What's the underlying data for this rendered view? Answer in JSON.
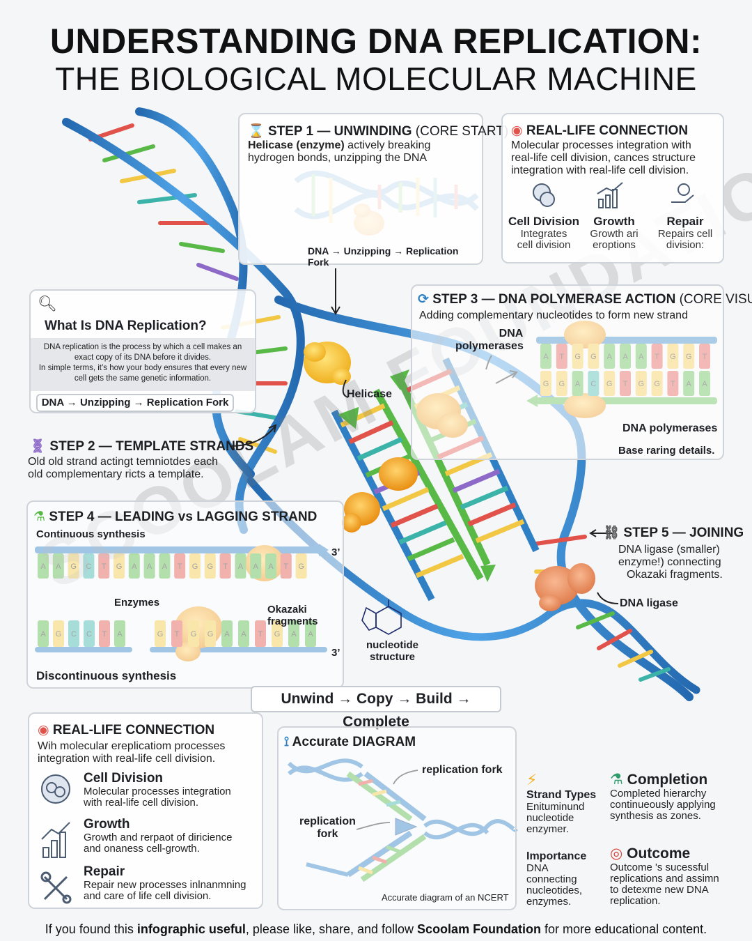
{
  "header": {
    "title_line1": "UNDERSTANDING DNA REPLICATION:",
    "title_line2": "THE BIOLOGICAL MOLECULAR MACHINE"
  },
  "step1": {
    "title_bold": "STEP 1 — UNWINDING",
    "title_light": "(CORE START)",
    "desc_bold": "Helicase (enzyme)",
    "desc_rest": " actively breaking",
    "desc_line2": "hydrogen bonds, unzipping the DNA",
    "caption": "DNA → Unzipping → Replication Fork"
  },
  "reallife_top": {
    "title": "REAL-LIFE CONNECTION",
    "desc_line1": "Molecular processes integration with",
    "desc_line2": "real-life cell division, cances structure",
    "desc_line3": "integration with real-life cell division.",
    "items": [
      {
        "title": "Cell Division",
        "line1": "Integrates",
        "line2": "cell division"
      },
      {
        "title": "Growth",
        "line1": "Growth ari",
        "line2": "eroptions"
      },
      {
        "title": "Repair",
        "line1": "Repairs cell",
        "line2": "division:"
      }
    ]
  },
  "what_is": {
    "title": "What Is DNA Replication?",
    "p1": "DNA replication is the process by which a cell makes an exact copy of its DNA before it divides.",
    "p2": "In simple terms, it’s how your body ensures that every new cell gets the same genetic information.",
    "caption": "DNA → Unzipping → Replication Fork"
  },
  "step2": {
    "title": "STEP 2 — TEMPLATE STRANDS",
    "line1": "Old old strand actingt temniotdes each",
    "line2": "old complementary ricts a template."
  },
  "step3": {
    "title_bold": "STEP 3 — DNA POLYMERASE ACTION",
    "title_light": "(CORE VISUAL)",
    "desc": "Adding complementary nucleotides to form new strand",
    "label_dna_poly_1": "DNA",
    "label_dna_poly_2": "polymerases",
    "label_dna_poly_bottom": "DNA polymerases",
    "label_base_pairing": "Base raring details.",
    "top_bases": [
      "A",
      "T",
      "G",
      "G",
      "A",
      "A",
      "A",
      "T",
      "G",
      "G",
      "T"
    ],
    "bottom_bases": [
      "G",
      "G",
      "A",
      "C",
      "G",
      "T",
      "G",
      "G",
      "T",
      "A",
      "A"
    ]
  },
  "center_labels": {
    "helicase": "Helicase",
    "nucleotide_1": "nucleotide",
    "nucleotide_2": "structure"
  },
  "step4": {
    "title": "STEP 4 — LEADING vs LAGGING STRAND",
    "continuous": "Continuous synthesis",
    "enzymes": "Enzymes",
    "okazaki": "Okazaki fragments",
    "discontinuous": "Discontinuous synthesis",
    "prime_top": "3’",
    "prime_bottom": "3’",
    "leading_bases": [
      "A",
      "A",
      "G",
      "C",
      "T",
      "G",
      "A",
      "A",
      "A",
      "T",
      "G",
      "G",
      "T",
      "A",
      "A",
      "A",
      "T",
      "G"
    ],
    "lagging_bases_a": [
      "A",
      "G",
      "C",
      "C",
      "T",
      "A"
    ],
    "lagging_bases_b": [
      "G",
      "T",
      "G",
      "G",
      "A",
      "A",
      "T",
      "G",
      "A",
      "A"
    ]
  },
  "step5": {
    "title": "STEP 5 — JOINING",
    "line1": "DNA ligase (smaller)",
    "line2": "enzyme!) connecting",
    "line3": "Okazaki fragments.",
    "ligase_label": "DNA ligase"
  },
  "flow": {
    "text": "Unwind → Copy → Build → Complete"
  },
  "reallife_bottom": {
    "title": "REAL-LIFE CONNECTION",
    "desc_line1": "Wih molecular ereplicatiom processes",
    "desc_line2": "integration with real-life cell division.",
    "items": [
      {
        "title": "Cell Division",
        "line1": "Molecular processes integration",
        "line2": "with real-life cell division."
      },
      {
        "title": "Growth",
        "line1": "Growth and rerpaot of diricience",
        "line2": "and onaness cell-growth."
      },
      {
        "title": "Repair",
        "line1": "Repair new processes inlnanmning",
        "line2": "and care of life cell division."
      }
    ]
  },
  "accurate": {
    "title": "Accurate DIAGRAM",
    "label_fork_top": "replication fork",
    "label_fork_left_1": "replication",
    "label_fork_left_2": "fork",
    "caption": "Accurate diagram of an NCERT"
  },
  "side_info": {
    "strand_types": {
      "title": "Strand Types",
      "lines": [
        "Enituminund",
        "nucleotide",
        "enzymer."
      ]
    },
    "importance": {
      "title": "Importance",
      "lines": [
        "DNA",
        "connecting",
        "nucleotides,",
        "enzymes."
      ]
    },
    "completion": {
      "title": "Completion",
      "lines": [
        "Completed hierarchy",
        "continueously applying",
        "synthesis as zones."
      ]
    },
    "outcome": {
      "title": "Outcome",
      "lines": [
        "Outcome 's sucessful",
        "replications and assimn",
        "to detexme new DNA",
        "replication."
      ]
    }
  },
  "watermark": "SCOOLAM FOUNDATION",
  "footer": {
    "pre": "If you found this ",
    "bold1": "infographic useful",
    "mid": ", please like, share, and follow ",
    "bold2": "Scoolam Foundation",
    "post": " for more educational content."
  },
  "colors": {
    "backbone_blue": "#2f7fc4",
    "enzyme_orange": "#f2a51c",
    "strand_green": "#58b947",
    "base_red": "#e0524a",
    "base_yellow": "#f2c744",
    "base_teal": "#3bb3a8",
    "base_purple": "#8d6ac8"
  }
}
